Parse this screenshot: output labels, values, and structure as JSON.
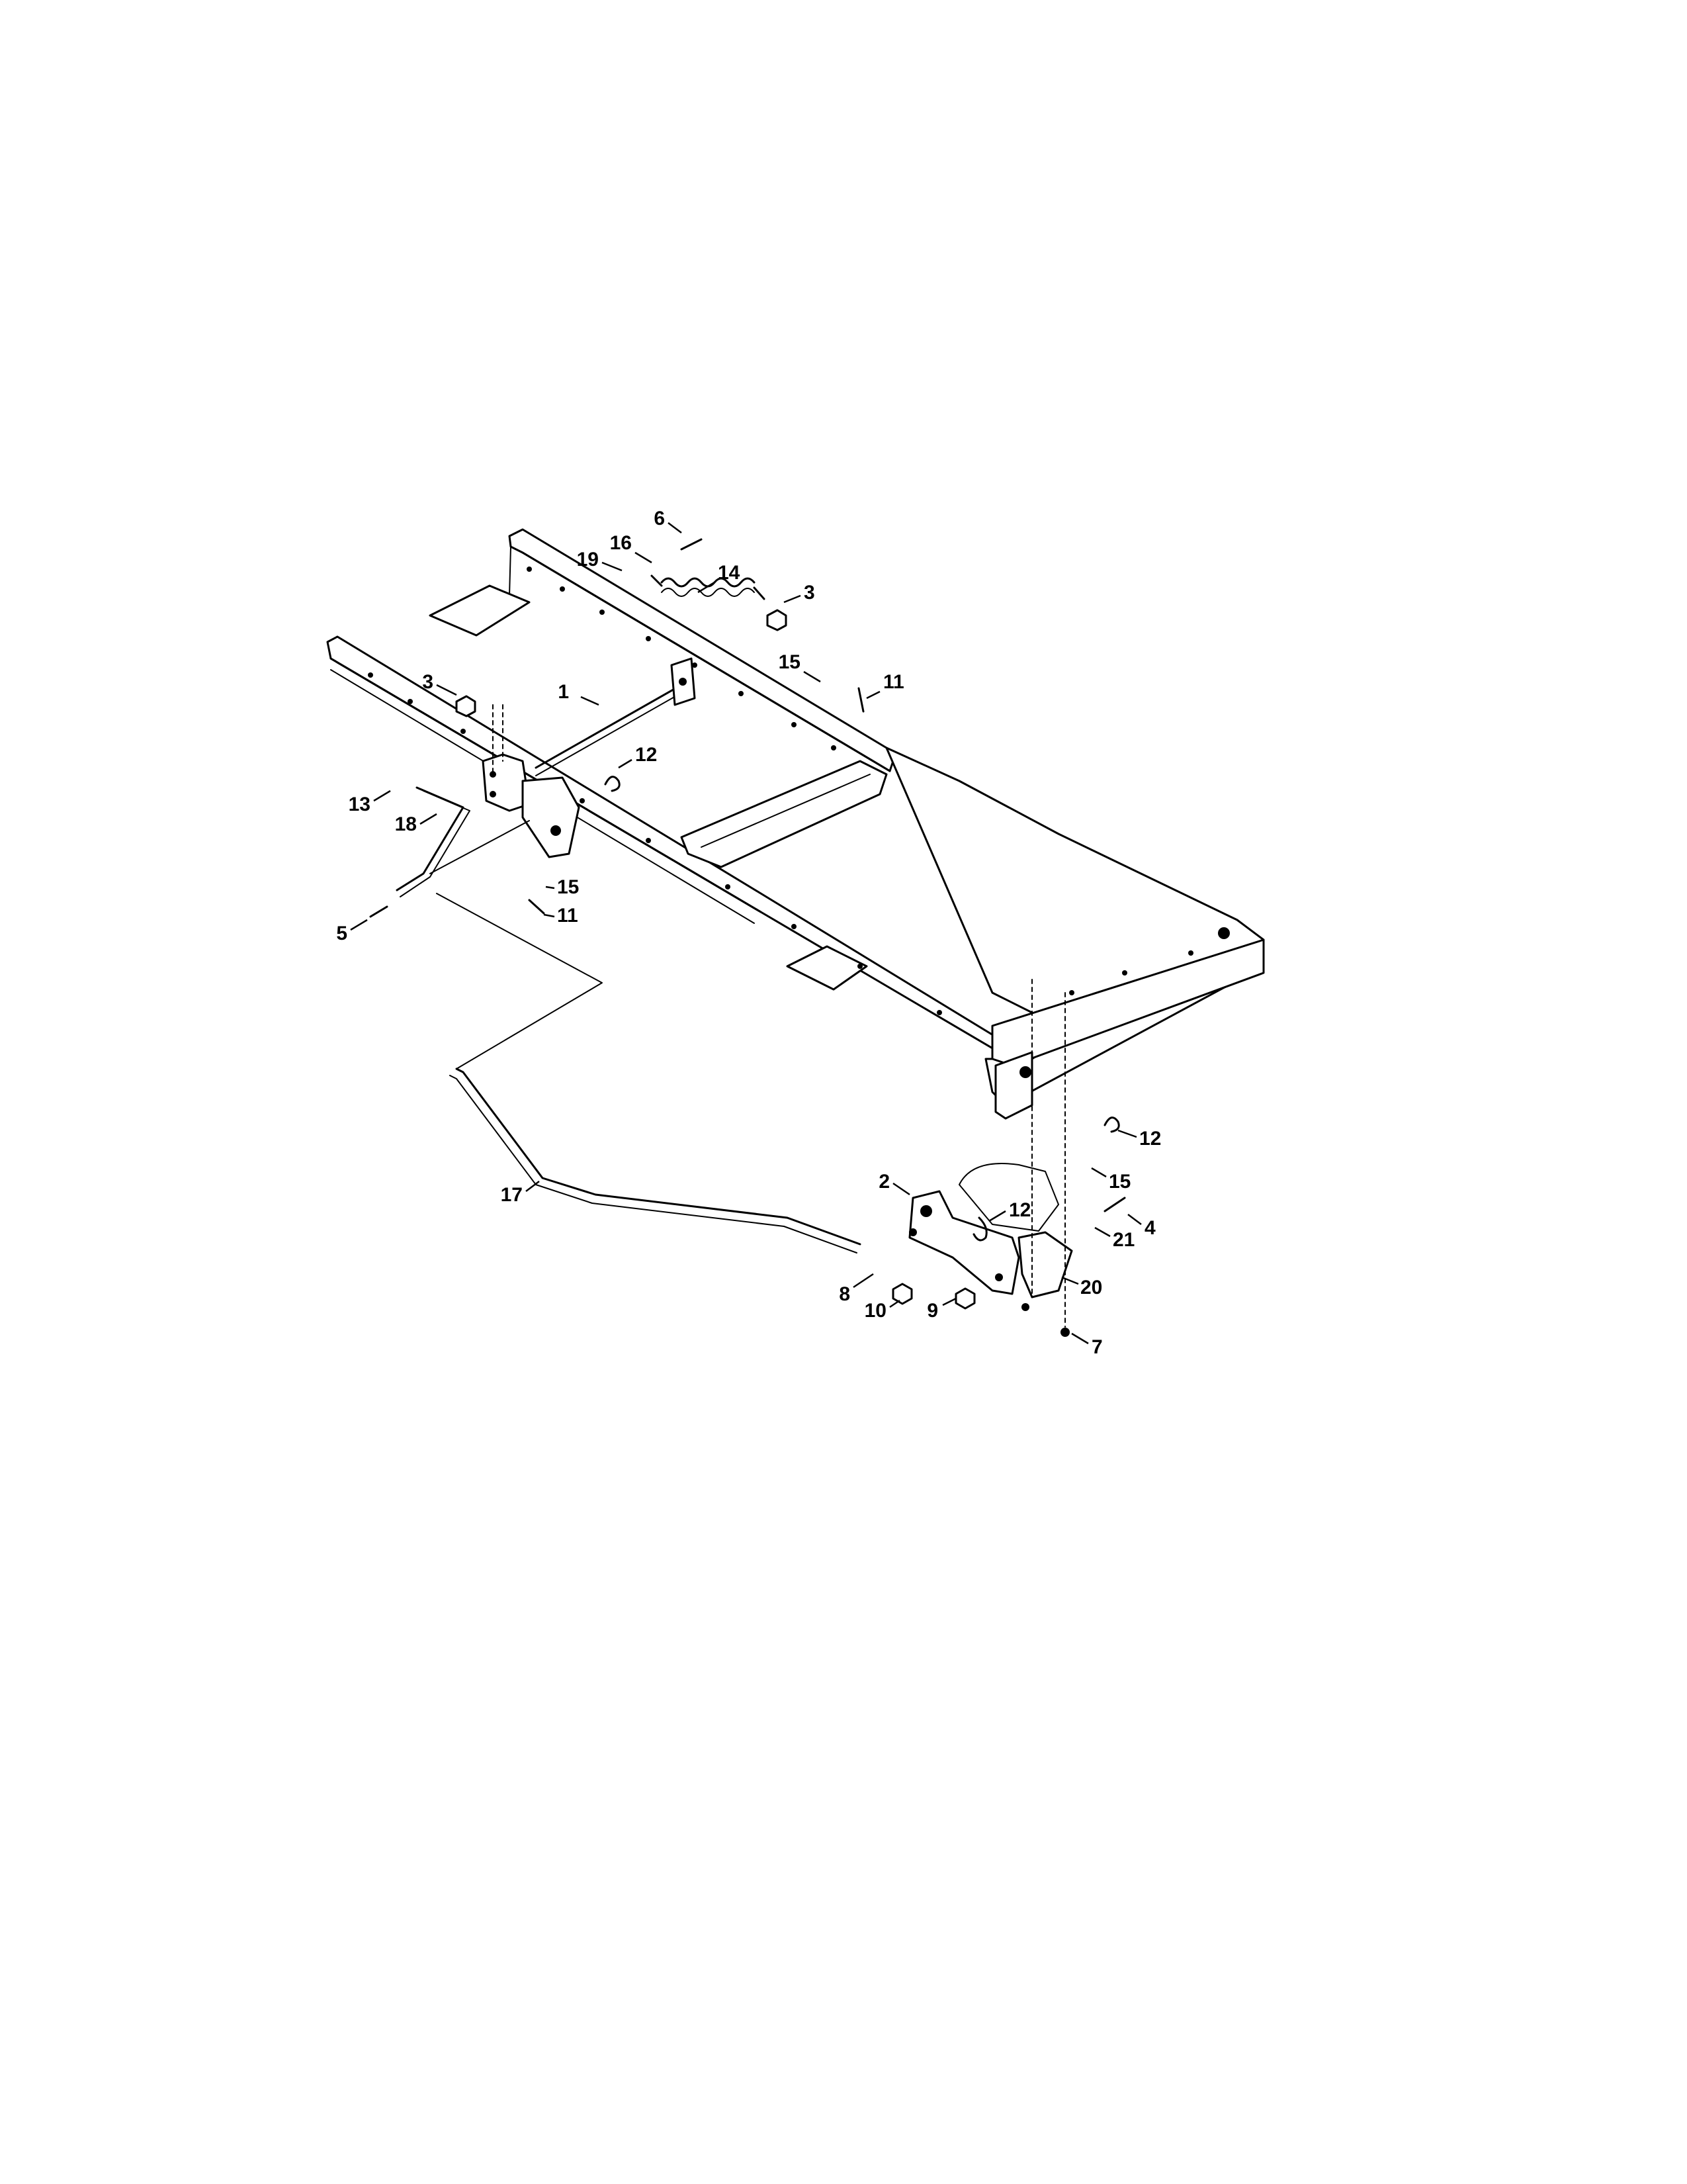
{
  "callouts": [
    {
      "id": "c1",
      "label": "1"
    },
    {
      "id": "c2",
      "label": "2"
    },
    {
      "id": "c3a",
      "label": "3"
    },
    {
      "id": "c3b",
      "label": "3"
    },
    {
      "id": "c4",
      "label": "4"
    },
    {
      "id": "c5",
      "label": "5"
    },
    {
      "id": "c6",
      "label": "6"
    },
    {
      "id": "c7",
      "label": "7"
    },
    {
      "id": "c8",
      "label": "8"
    },
    {
      "id": "c9",
      "label": "9"
    },
    {
      "id": "c10",
      "label": "10"
    },
    {
      "id": "c11a",
      "label": "11"
    },
    {
      "id": "c11b",
      "label": "11"
    },
    {
      "id": "c12a",
      "label": "12"
    },
    {
      "id": "c12b",
      "label": "12"
    },
    {
      "id": "c12c",
      "label": "12"
    },
    {
      "id": "c13",
      "label": "13"
    },
    {
      "id": "c14",
      "label": "14"
    },
    {
      "id": "c15a",
      "label": "15"
    },
    {
      "id": "c15b",
      "label": "15"
    },
    {
      "id": "c15c",
      "label": "15"
    },
    {
      "id": "c16",
      "label": "16"
    },
    {
      "id": "c17",
      "label": "17"
    },
    {
      "id": "c18",
      "label": "18"
    },
    {
      "id": "c19",
      "label": "19"
    },
    {
      "id": "c20",
      "label": "20"
    },
    {
      "id": "c21",
      "label": "21"
    }
  ]
}
